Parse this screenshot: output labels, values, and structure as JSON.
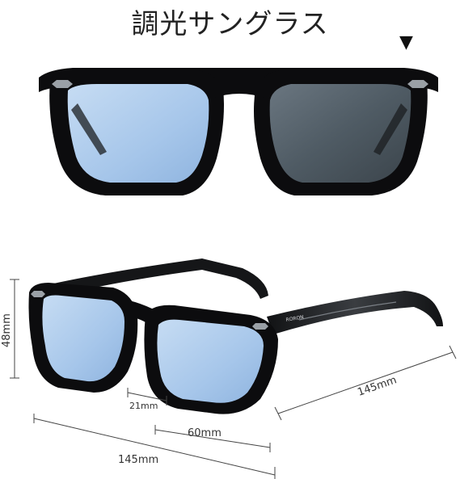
{
  "title": "調光サングラス",
  "indicator": "▼",
  "brand_mark": "RORON",
  "dimensions": {
    "height_label": "48mm",
    "width_label_right": "145mm",
    "bridge_label": "21mm",
    "lens_width_label": "60mm",
    "width_label_bottom": "145mm"
  },
  "colors": {
    "frame": "#0c0c0e",
    "lens_light": "#a9c9ea",
    "lens_dark": "#4e5a63",
    "rivet": "#9aa0a6",
    "temple": "#26282b"
  }
}
